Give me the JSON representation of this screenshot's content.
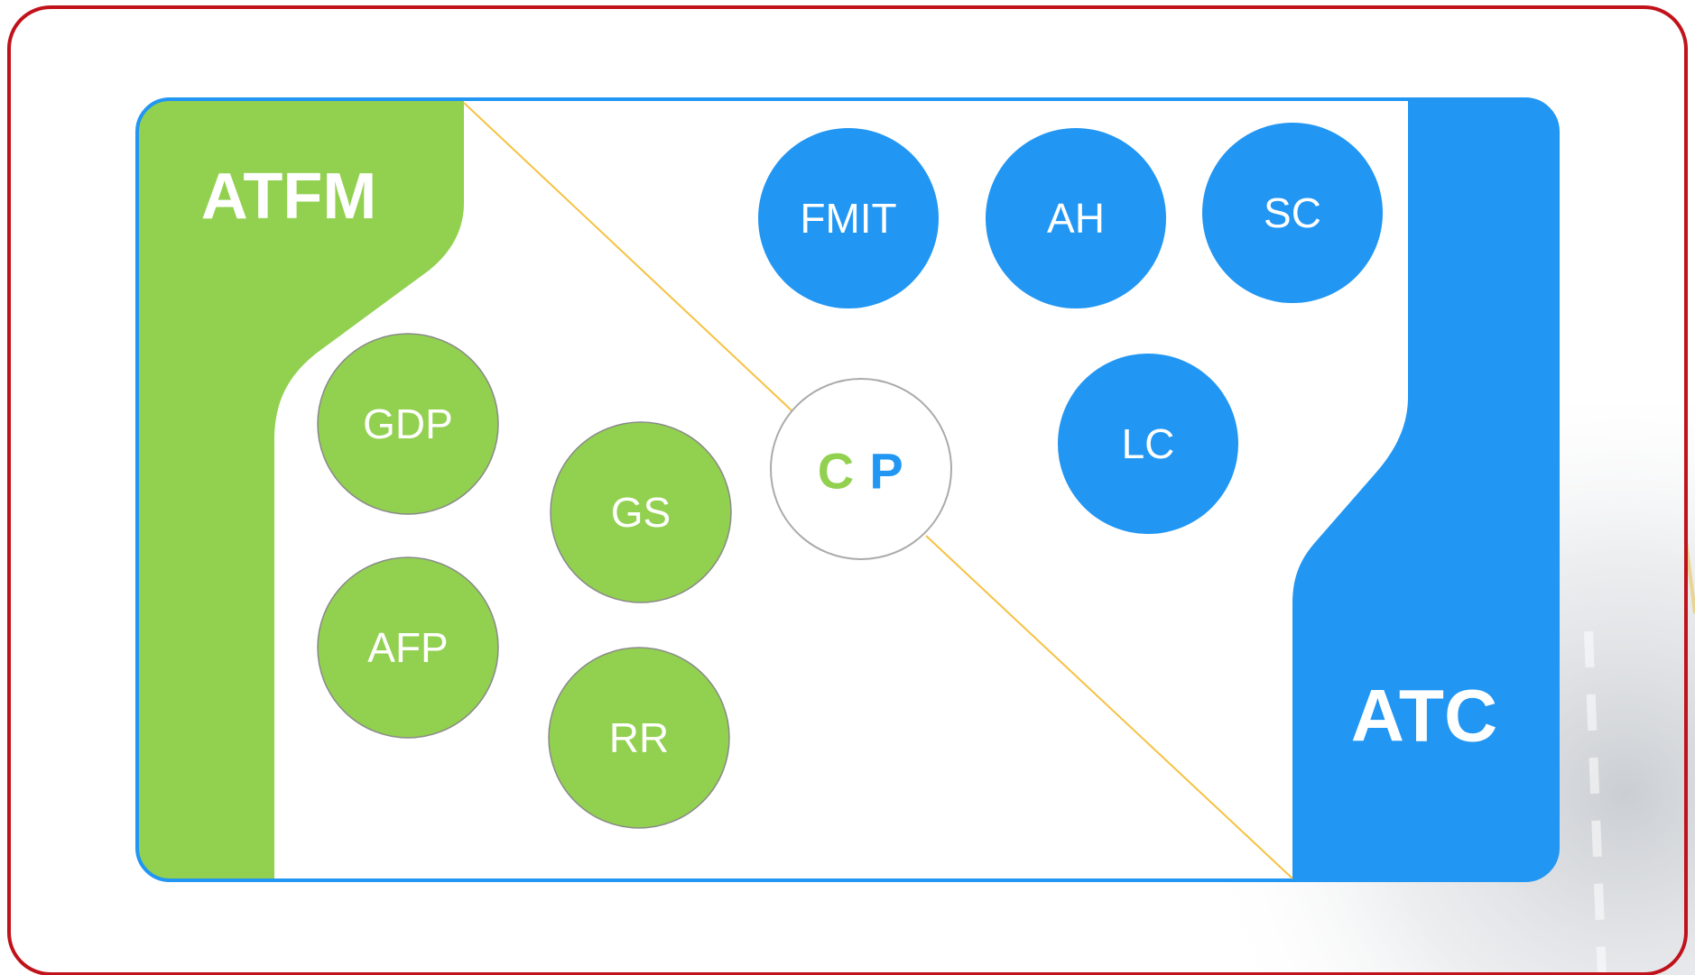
{
  "colors": {
    "green": "#92D050",
    "blue": "#2196F3",
    "frame_red": "#C0121A",
    "connector_line": "#F5C242"
  },
  "left_region": {
    "label": "ATFM"
  },
  "right_region": {
    "label": "ATC"
  },
  "center": {
    "c_letter": "C",
    "p_letter": "P"
  },
  "green_nodes": [
    {
      "label": "GDP"
    },
    {
      "label": "GS"
    },
    {
      "label": "AFP"
    },
    {
      "label": "RR"
    }
  ],
  "blue_nodes": [
    {
      "label": "FMIT"
    },
    {
      "label": "AH"
    },
    {
      "label": "SC"
    },
    {
      "label": "LC"
    }
  ]
}
